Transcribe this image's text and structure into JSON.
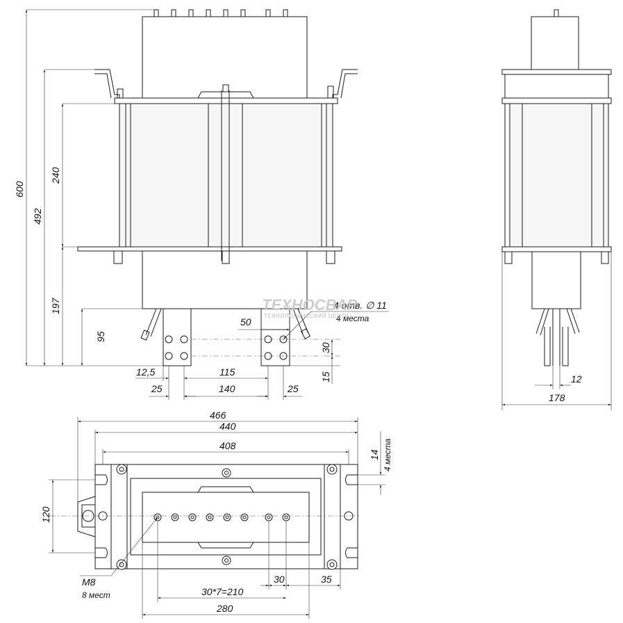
{
  "front_view": {
    "dims": {
      "height_total": "600",
      "height_frame": "492",
      "height_core": "240",
      "height_lower": "197",
      "height_terminal": "95",
      "spacing_50": "50",
      "spacing_30": "30",
      "spacing_15": "15",
      "offset_12_5": "12,5",
      "offset_115": "115",
      "width_25_left": "25",
      "width_140": "140",
      "width_25_right": "25"
    },
    "hole_note": {
      "text": "4 отв. ∅ 11",
      "count": "4 места"
    }
  },
  "side_view": {
    "dims": {
      "width_178": "178",
      "width_12": "12"
    }
  },
  "top_view": {
    "dims": {
      "width_466": "466",
      "width_440": "440",
      "width_408": "408",
      "height_120": "120",
      "slot_14": "14",
      "slot_count": "4 места",
      "thread": "M8",
      "thread_count": "8 мест",
      "pitch_30": "30",
      "edge_35": "35",
      "pitch_total": "30*7=210",
      "width_280": "280"
    }
  },
  "watermark": {
    "brand": "ТЕХНОСВАР",
    "tagline": "ТЕХНОЛОГИЧЕСКИЙ  ЦЕНТР"
  }
}
